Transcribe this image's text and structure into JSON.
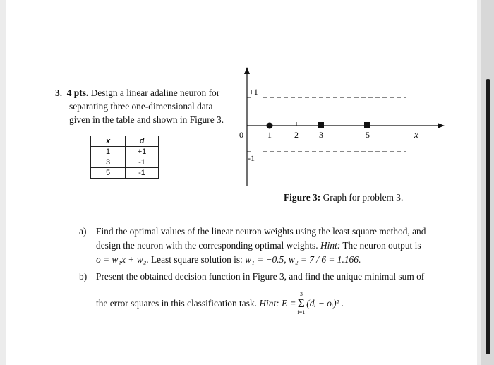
{
  "problem": {
    "number": "3.",
    "points": "4 pts.",
    "line1": "Design a linear adaline neuron for",
    "line2": "separating three one-dimensional data",
    "line3": "given in the table  and shown in Figure 3."
  },
  "table": {
    "headers": [
      "x",
      "d"
    ],
    "rows": [
      [
        "1",
        "+1"
      ],
      [
        "3",
        "-1"
      ],
      [
        "5",
        "-1"
      ]
    ]
  },
  "figure": {
    "caption_label": "Figure 3:",
    "caption_text": "Graph for problem 3.",
    "label_plus1": "+1",
    "label_minus1": "-1",
    "label_origin": "0",
    "axis_label": "x",
    "ticks": [
      "1",
      "2",
      "3",
      "5"
    ]
  },
  "questions": {
    "a_label": "a)",
    "a_line1": "Find the optimal values of the linear neuron weights using the least square method, and",
    "a_line2a": "design the neuron with the corresponding optimal weights.",
    "a_hint": "Hint:",
    "a_line2b": "The neuron output is",
    "a_formula": "o = w₁x + w₂",
    "a_line3": ". Least square solution is:",
    "a_solution": "w₁ = −0.5, w₂ = 7 / 6 = 1.166",
    "a_end": ".",
    "b_label": "b)",
    "b_line1": "Present the obtained decision function in Figure 3, and find the unique minimal sum of",
    "b_line2": "the error squares in this classification task.",
    "b_hint": "Hint:",
    "b_formula_lhs": "E =",
    "b_sum_top": "3",
    "b_sum_bottom": "i=1",
    "b_formula_rhs": "(dᵢ − oᵢ)² ."
  }
}
